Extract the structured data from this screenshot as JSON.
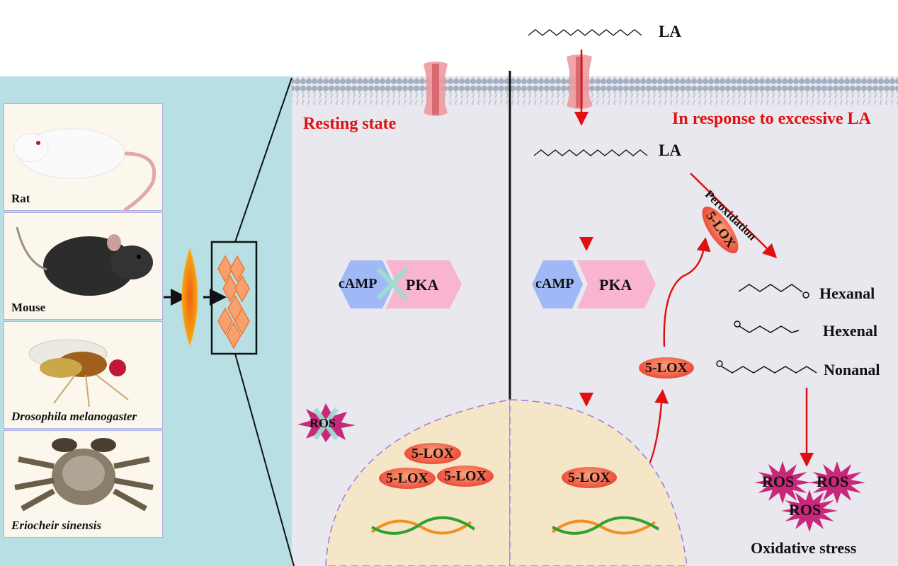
{
  "organisms": [
    {
      "name": "Rat",
      "italic": false
    },
    {
      "name": "Mouse",
      "italic": false
    },
    {
      "name": "Drosophila melanogaster",
      "italic": true
    },
    {
      "name": "Eriocheir sinensis",
      "italic": true
    }
  ],
  "left_state": {
    "title": "Resting state",
    "camp": "cAMP",
    "pka": "PKA",
    "ros": "ROS",
    "lox": [
      "5-LOX",
      "5-LOX",
      "5-LOX"
    ]
  },
  "right_state": {
    "title": "In response to excessive LA",
    "la_outside": "LA",
    "la_inside": "LA",
    "camp": "cAMP",
    "pka": "PKA",
    "peroxidation": "Peroxidation",
    "lox_nucleus": "5-LOX",
    "lox_middle": "5-LOX",
    "lox_top": "5-LOX",
    "aldehydes": [
      "Hexanal",
      "Hexenal",
      "Nonanal"
    ],
    "ros": [
      "ROS",
      "ROS",
      "ROS"
    ],
    "oxidative_stress": "Oxidative stress"
  },
  "colors": {
    "accent_red": "#e01010",
    "left_bg": "#b8dfe3",
    "cell_bg": "#e9e8ef",
    "nucleus": "#f5e6c8",
    "camp": "#a0b8f5",
    "pka": "#f8b4d0",
    "ros": "#c8287a"
  }
}
